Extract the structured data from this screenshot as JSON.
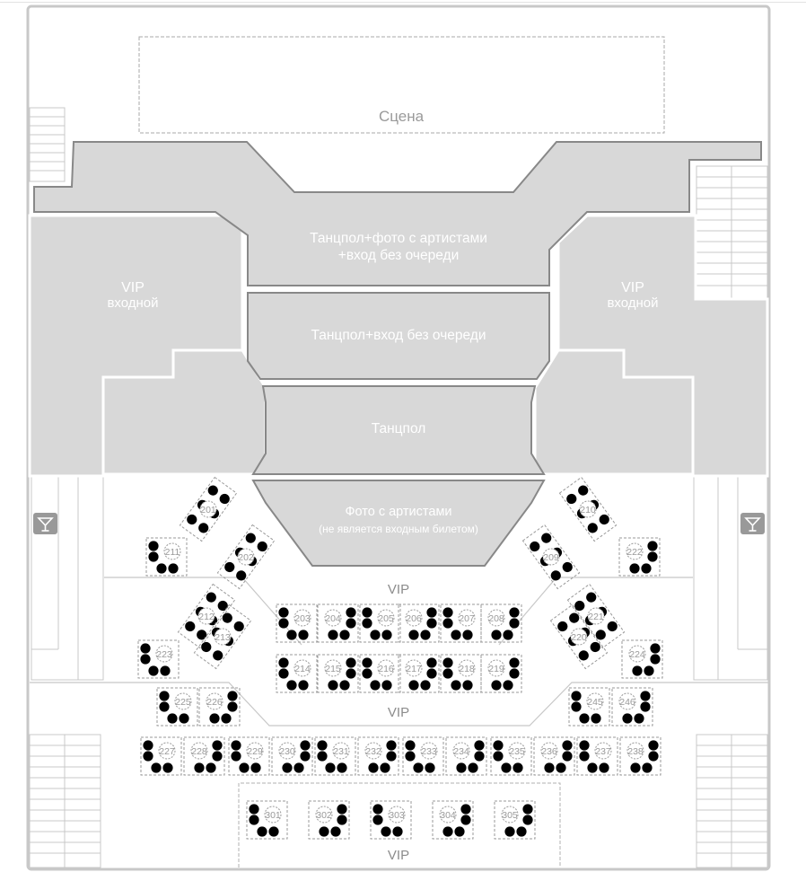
{
  "stage_label": "Сцена",
  "zones": {
    "dance_photo_line1": "Танцпол+фото с артистами",
    "dance_photo_line2": "+вход без очереди",
    "dance_fast": "Танцпол+вход без очереди",
    "dance": "Танцпол",
    "photo_line1": "Фото с артистами",
    "photo_line2": "(не является входным билетом)",
    "vip_left_line1": "VIP",
    "vip_left_line2": "входной",
    "vip_right_line1": "VIP",
    "vip_right_line2": "входной"
  },
  "vip_labels": [
    "VIP",
    "VIP",
    "VIP"
  ],
  "bar_icon": "cocktail-glass-icon",
  "colors": {
    "zone_fill": "#d8d8d8",
    "zone_stroke": "#8a8a8a",
    "seat": "#000000",
    "wall": "#c8c8c8",
    "label": "#8c8c8c",
    "bar_badge": "#999999"
  },
  "tables": [
    {
      "id": "201",
      "seats": 6
    },
    {
      "id": "202",
      "seats": 6
    },
    {
      "id": "203",
      "seats": 4
    },
    {
      "id": "204",
      "seats": 4
    },
    {
      "id": "205",
      "seats": 4
    },
    {
      "id": "206",
      "seats": 4
    },
    {
      "id": "207",
      "seats": 4
    },
    {
      "id": "208",
      "seats": 4
    },
    {
      "id": "209",
      "seats": 6
    },
    {
      "id": "210",
      "seats": 6
    },
    {
      "id": "211",
      "seats": 4
    },
    {
      "id": "212",
      "seats": 6
    },
    {
      "id": "213",
      "seats": 6
    },
    {
      "id": "214",
      "seats": 4
    },
    {
      "id": "215",
      "seats": 4
    },
    {
      "id": "216",
      "seats": 4
    },
    {
      "id": "217",
      "seats": 4
    },
    {
      "id": "218",
      "seats": 4
    },
    {
      "id": "219",
      "seats": 4
    },
    {
      "id": "220",
      "seats": 6
    },
    {
      "id": "221",
      "seats": 6
    },
    {
      "id": "222",
      "seats": 4
    },
    {
      "id": "223",
      "seats": 4
    },
    {
      "id": "224",
      "seats": 4
    },
    {
      "id": "225",
      "seats": 4
    },
    {
      "id": "226",
      "seats": 4
    },
    {
      "id": "227",
      "seats": 4
    },
    {
      "id": "228",
      "seats": 4
    },
    {
      "id": "229",
      "seats": 4
    },
    {
      "id": "230",
      "seats": 4
    },
    {
      "id": "231",
      "seats": 4
    },
    {
      "id": "232",
      "seats": 4
    },
    {
      "id": "233",
      "seats": 4
    },
    {
      "id": "234",
      "seats": 4
    },
    {
      "id": "235",
      "seats": 4
    },
    {
      "id": "236",
      "seats": 4
    },
    {
      "id": "237",
      "seats": 4
    },
    {
      "id": "238",
      "seats": 4
    },
    {
      "id": "245",
      "seats": 4
    },
    {
      "id": "246",
      "seats": 4
    },
    {
      "id": "301",
      "seats": 4
    },
    {
      "id": "302",
      "seats": 4
    },
    {
      "id": "303",
      "seats": 4
    },
    {
      "id": "304",
      "seats": 4
    },
    {
      "id": "305",
      "seats": 4
    }
  ]
}
